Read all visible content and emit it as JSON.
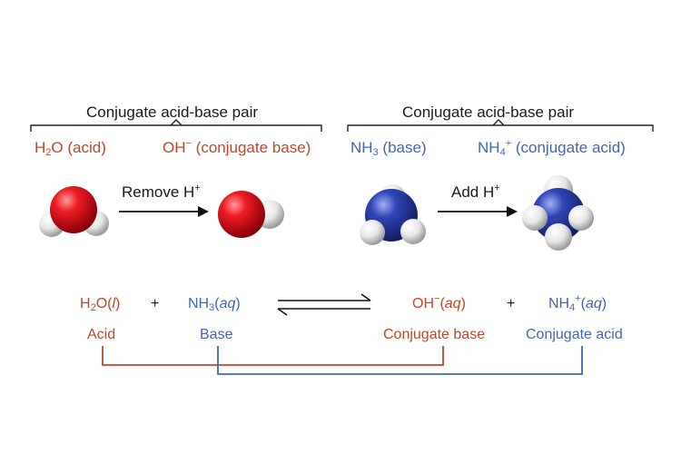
{
  "header": {
    "left_pair_title": "Conjugate acid-base pair",
    "right_pair_title": "Conjugate acid-base pair"
  },
  "species_labels": {
    "h2o_formula": "H",
    "h2o_sub": "2",
    "h2o_tail": "O",
    "h2o_role": "(acid)",
    "oh_formula": "OH",
    "oh_sup": "−",
    "oh_role": "(conjugate base)",
    "nh3_formula": "NH",
    "nh3_sub": "3",
    "nh3_role": "(base)",
    "nh4_formula": "NH",
    "nh4_sub": "4",
    "nh4_sup": "+",
    "nh4_role": "(conjugate acid)"
  },
  "reactions": {
    "remove_label": "Remove H",
    "remove_sup": "+",
    "add_label": "Add H",
    "add_sup": "+"
  },
  "equation": {
    "h2o": "H",
    "h2o_sub": "2",
    "h2o_tail": "O(",
    "h2o_phase": "l",
    "h2o_close": ")",
    "plus1": "+",
    "nh3": "NH",
    "nh3_sub": "3",
    "nh3_open": "(",
    "nh3_phase": "aq",
    "nh3_close": ")",
    "oh": "OH",
    "oh_sup": "−",
    "oh_open": "(",
    "oh_phase": "aq",
    "oh_close": ")",
    "plus2": "+",
    "nh4": "NH",
    "nh4_sub": "4",
    "nh4_sup": "+",
    "nh4_open": "(",
    "nh4_phase": "aq",
    "nh4_close": ")"
  },
  "roles": {
    "acid": "Acid",
    "base": "Base",
    "conjugate_base": "Conjugate base",
    "conjugate_acid": "Conjugate acid"
  },
  "colors": {
    "acid_red": "#c0462a",
    "base_blue": "#4466b0",
    "oxygen": "#e0101e",
    "nitrogen": "#2a3fae",
    "hydrogen": "#f2f2f2"
  }
}
